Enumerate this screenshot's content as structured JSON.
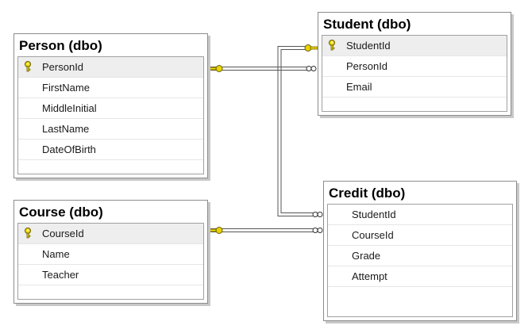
{
  "tables": [
    {
      "id": "person",
      "title": "Person (dbo)",
      "columns": [
        {
          "name": "PersonId",
          "primary_key": true
        },
        {
          "name": "FirstName",
          "primary_key": false
        },
        {
          "name": "MiddleInitial",
          "primary_key": false
        },
        {
          "name": "LastName",
          "primary_key": false
        },
        {
          "name": "DateOfBirth",
          "primary_key": false
        }
      ]
    },
    {
      "id": "student",
      "title": "Student (dbo)",
      "columns": [
        {
          "name": "StudentId",
          "primary_key": true
        },
        {
          "name": "PersonId",
          "primary_key": false
        },
        {
          "name": "Email",
          "primary_key": false
        }
      ]
    },
    {
      "id": "course",
      "title": "Course (dbo)",
      "columns": [
        {
          "name": "CourseId",
          "primary_key": true
        },
        {
          "name": "Name",
          "primary_key": false
        },
        {
          "name": "Teacher",
          "primary_key": false
        }
      ]
    },
    {
      "id": "credit",
      "title": "Credit (dbo)",
      "columns": [
        {
          "name": "StudentId",
          "primary_key": false
        },
        {
          "name": "CourseId",
          "primary_key": false
        },
        {
          "name": "Grade",
          "primary_key": false
        },
        {
          "name": "Attempt",
          "primary_key": false
        }
      ]
    }
  ],
  "relationships": [
    {
      "from": "Person.PersonId",
      "to": "Student.PersonId",
      "type": "one-to-many"
    },
    {
      "from": "Student.StudentId",
      "to": "Credit.StudentId",
      "type": "one-to-many"
    },
    {
      "from": "Course.CourseId",
      "to": "Credit.CourseId",
      "type": "one-to-many"
    }
  ],
  "colors": {
    "key_icon": "#e8d400",
    "connector": "#555555"
  }
}
